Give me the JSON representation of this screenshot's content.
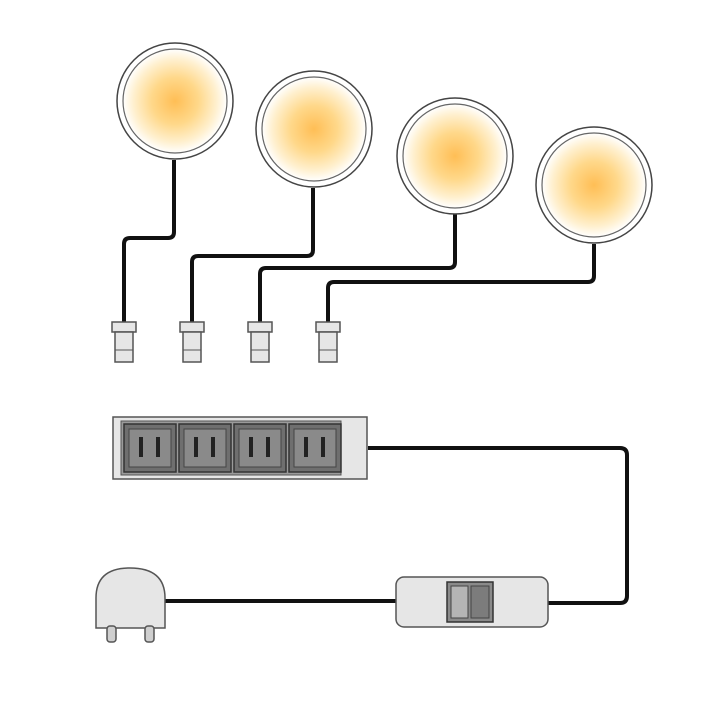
{
  "diagram": {
    "lights": [
      {
        "name": "light-1",
        "glow": "#ffd88a",
        "core": "#ffc24e"
      },
      {
        "name": "light-2",
        "glow": "#ffd88a",
        "core": "#ffc24e"
      },
      {
        "name": "light-3",
        "glow": "#ffd88a",
        "core": "#ffc24e"
      },
      {
        "name": "light-4",
        "glow": "#ffd88a",
        "core": "#ffc24e"
      }
    ],
    "connectors": 4,
    "distributor_sockets": 4,
    "colors": {
      "cable": "#111111",
      "housing": "#e6e6e6",
      "socket": "#8a8a8a",
      "socket_dark": "#6f6f6f",
      "outline": "#555555",
      "switch": "#9a9a9a"
    },
    "icons": [
      "led-puck-light-icon",
      "mini-plug-connector-icon",
      "distributor-socket-icon",
      "inline-switch-icon",
      "power-plug-icon"
    ]
  }
}
